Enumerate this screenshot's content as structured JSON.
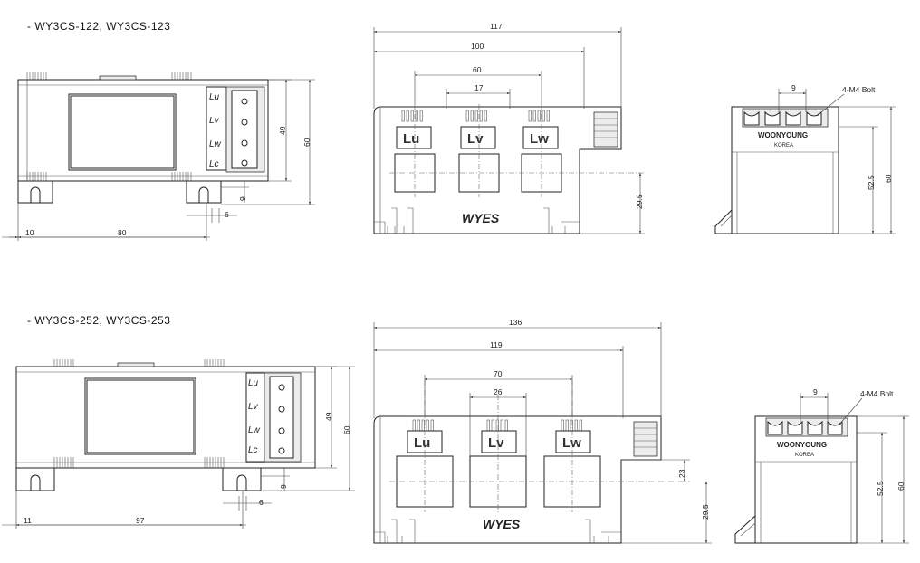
{
  "sections": [
    {
      "title": "- WY3CS-122, WY3CS-123",
      "left": {
        "d10": "10",
        "d80": "80",
        "d9": "9",
        "d6": "6",
        "d49": "49",
        "d60": "60"
      },
      "front": {
        "d117": "117",
        "d100": "100",
        "d60": "60",
        "d17": "17",
        "d29_5": "29.5",
        "labels": [
          "Lu",
          "Lv",
          "Lw"
        ]
      },
      "right": {
        "d9": "9",
        "bolt": "4-M4 Bolt",
        "d52_5": "52.5",
        "d60": "60",
        "brand": "WOONYOUNG",
        "country": "KOREA"
      }
    },
    {
      "title": "- WY3CS-252, WY3CS-253",
      "left": {
        "d11": "11",
        "d97": "97",
        "d9": "9",
        "d6": "6",
        "d49": "49",
        "d60": "60"
      },
      "front": {
        "d136": "136",
        "d119": "119",
        "d70": "70",
        "d26": "26",
        "d23": "23",
        "d29_5": "29.5",
        "labels": [
          "Lu",
          "Lv",
          "Lw"
        ]
      },
      "right": {
        "d9": "9",
        "bolt": "4-M4 Bolt",
        "d52_5": "52.5",
        "d60": "60",
        "brand": "WOONYOUNG",
        "country": "KOREA"
      }
    }
  ],
  "side_marks": [
    "Lc",
    "Lw",
    "Lv",
    "Lu"
  ],
  "logo_text": "WYES"
}
